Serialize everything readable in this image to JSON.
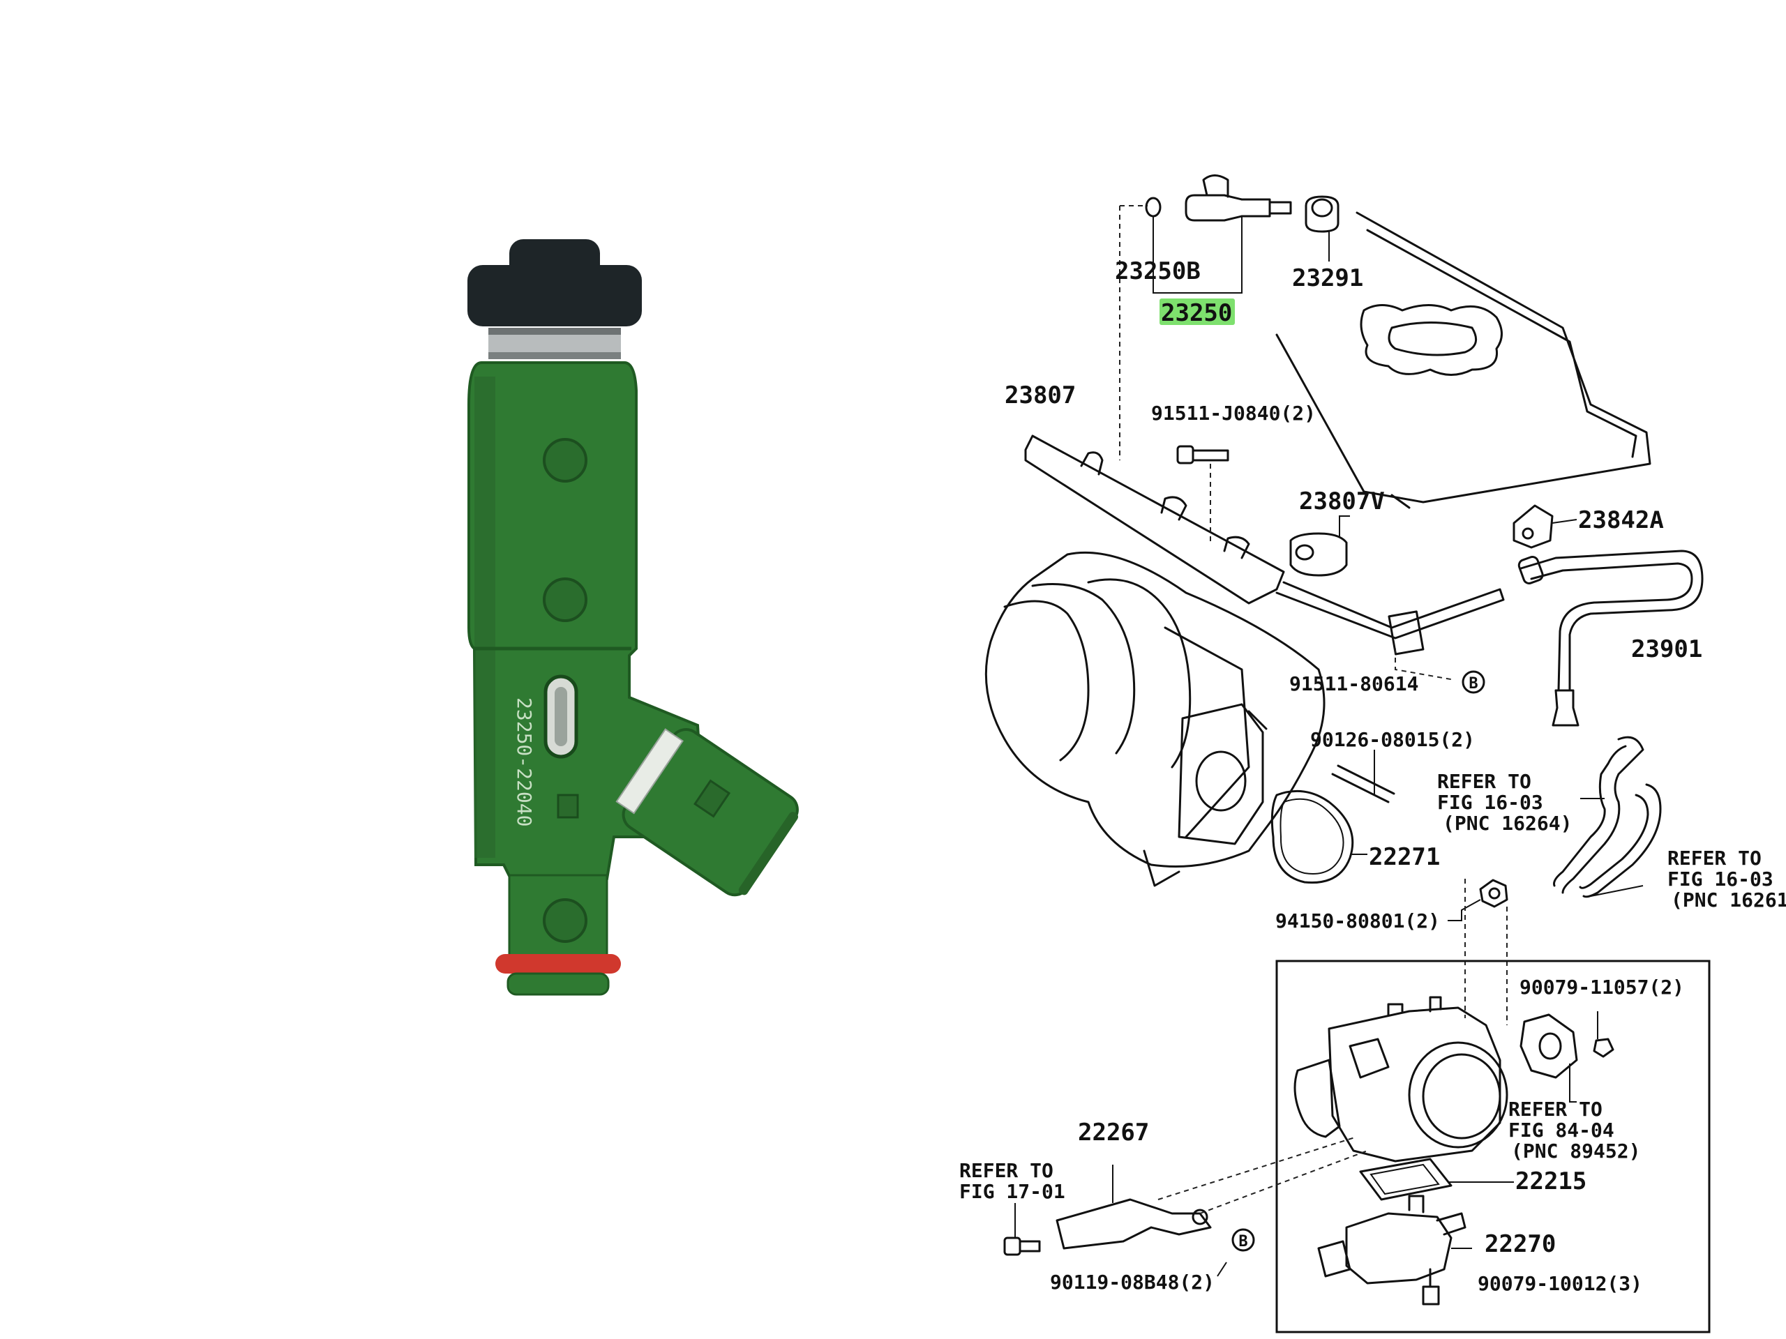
{
  "photo": {
    "body_color": "#2f7a32",
    "cap_color": "#1e2528",
    "oring_color": "#d0382d",
    "part_marking": "23250-22040"
  },
  "diagram": {
    "highlight_color": "#7ee06e",
    "labels": {
      "p23250b": "23250B",
      "p23250": "23250",
      "p23291": "23291",
      "p23807": "23807",
      "p91511_j0840": "91511-J0840(2)",
      "p23807v": "23807V",
      "p23842a": "23842A",
      "p23901": "23901",
      "p91511_80614": "91511-80614",
      "p90126": "90126-08015(2)",
      "p22271": "22271",
      "p94150": "94150-80801(2)",
      "p90079_11057": "90079-11057(2)",
      "p22267": "22267",
      "p22215": "22215",
      "p22270": "22270",
      "p90119": "90119-08B48(2)",
      "p90079_10012": "90079-10012(3)",
      "marker_b": "B"
    },
    "refs": {
      "r1": [
        "REFER TO",
        "FIG 16-03",
        "(PNC 16264)"
      ],
      "r2": [
        "REFER TO",
        "FIG 16-03",
        "(PNC 16261"
      ],
      "r3": [
        "REFER TO",
        "FIG 84-04",
        "(PNC 89452)"
      ],
      "r4": [
        "REFER TO",
        "FIG 17-01"
      ]
    }
  }
}
